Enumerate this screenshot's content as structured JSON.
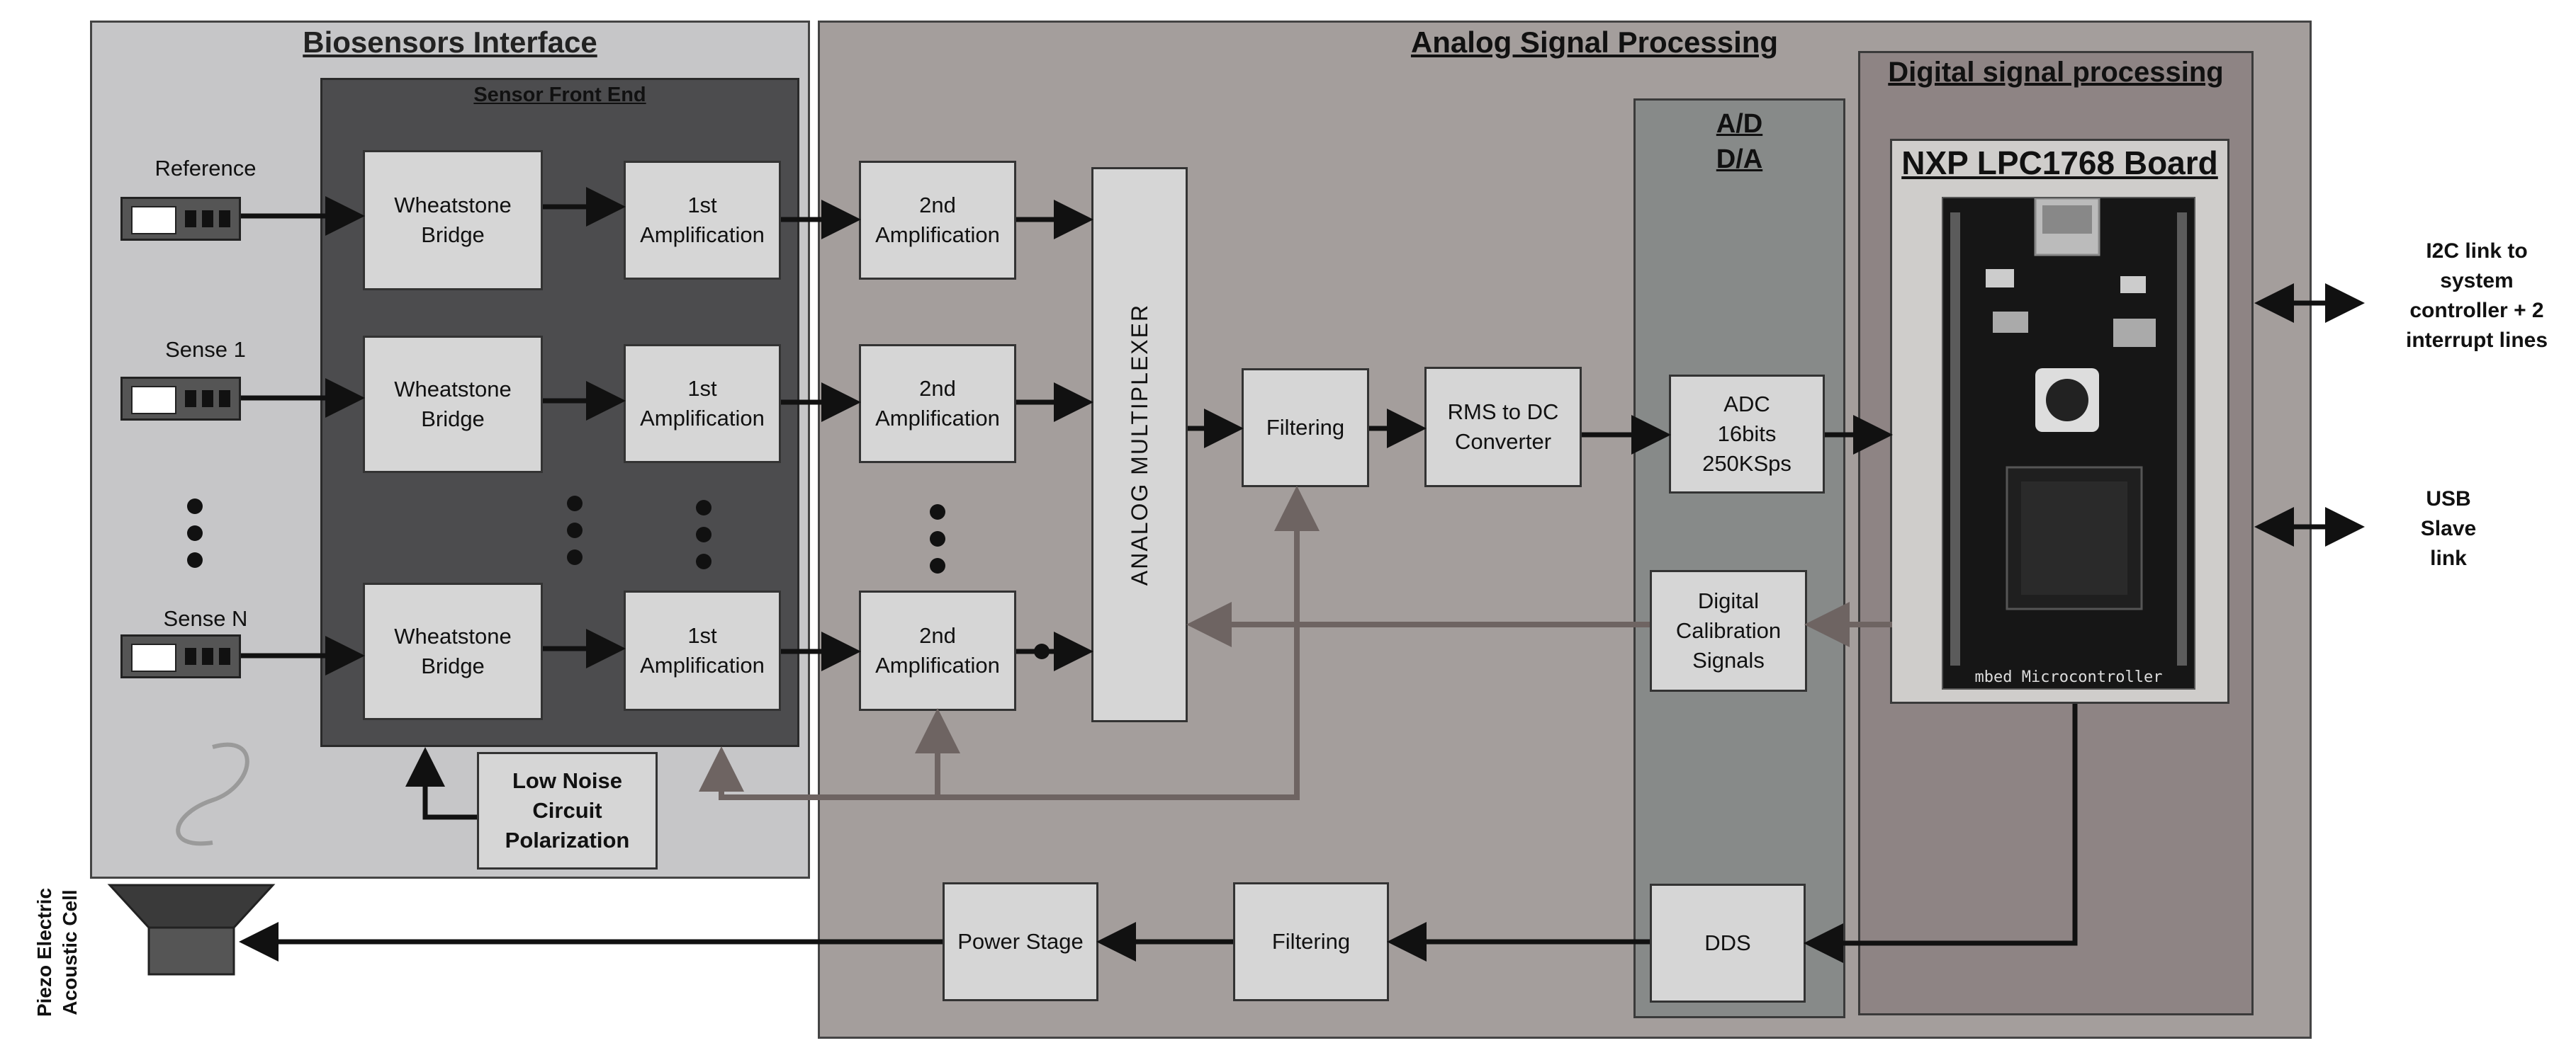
{
  "regions": {
    "biosensors": "Biosensors Interface",
    "sensor_front_end": "Sensor Front End",
    "analog": "Analog Signal Processing",
    "ad": [
      "A/D",
      "D/A"
    ],
    "digital": "Digital signal processing",
    "board": "NXP LPC1768 Board"
  },
  "sensors": {
    "reference": "Reference",
    "sense1": "Sense 1",
    "senseN": "Sense N"
  },
  "blocks": {
    "wheatstone": [
      "Wheatstone",
      "Bridge"
    ],
    "amp1": [
      "1st",
      "Amplification"
    ],
    "amp2": [
      "2nd",
      "Amplification"
    ],
    "mux": "ANALOG MULTIPLEXER",
    "filtering": "Filtering",
    "rms": [
      "RMS to DC",
      "Converter"
    ],
    "adc": [
      "ADC",
      "16bits",
      "250KSps"
    ],
    "calib": [
      "Digital",
      "Calibration",
      "Signals"
    ],
    "low_noise": [
      "Low Noise",
      "Circuit",
      "Polarization"
    ],
    "dds": "DDS",
    "filtering_out": "Filtering",
    "power_stage": "Power Stage"
  },
  "external": {
    "i2c": [
      "I2C link to",
      "system",
      "controller + 2",
      "interrupt lines"
    ],
    "usb": [
      "USB",
      "Slave",
      "link"
    ],
    "piezo": [
      "Piezo Electric",
      "Acoustic Cell"
    ]
  },
  "board_caption": "mbed Microcontroller",
  "colors": {
    "signal_arrow": "#111111",
    "feedback_arrow": "#6e6462",
    "block_fill": "#d6d6d6"
  }
}
